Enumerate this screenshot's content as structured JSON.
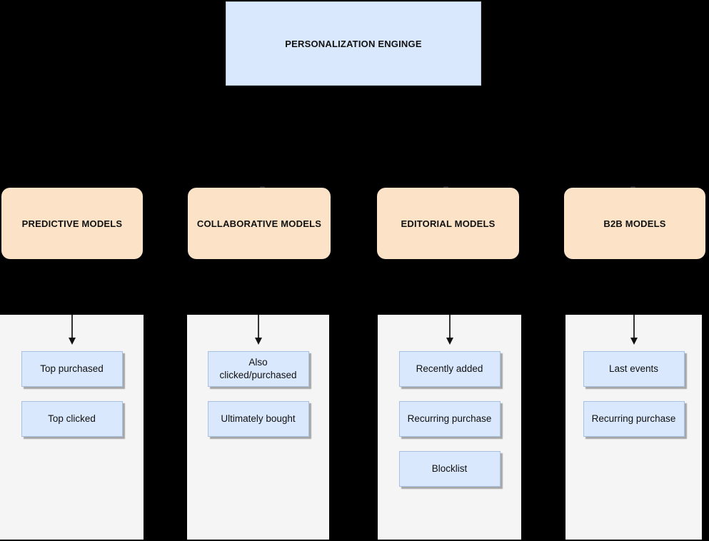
{
  "diagram": {
    "title": "PERSONALIZATION ENGINGE",
    "groups": [
      {
        "label": "PREDICTIVE MODELS",
        "items": [
          "Top purchased",
          "Top clicked"
        ]
      },
      {
        "label": "COLLABORATIVE MODELS",
        "items": [
          "Also clicked/purchased",
          "Ultimately bought"
        ]
      },
      {
        "label": "EDITORIAL MODELS",
        "items": [
          "Recently added",
          "Recurring purchase",
          "Blocklist"
        ]
      },
      {
        "label": "B2B MODELS",
        "items": [
          "Last events",
          "Recurring purchase"
        ]
      }
    ],
    "colors": {
      "background": "#000000",
      "root_fill": "#d9e8fc",
      "root_border": "#bcc8d8",
      "category_fill": "#fce3c8",
      "panel_fill": "#f5f5f5",
      "item_fill": "#d9e8fc",
      "item_border": "#a8c1e2",
      "item_shadow": "#7d7d7d",
      "arrow": "#111111",
      "text": "#111111"
    }
  }
}
